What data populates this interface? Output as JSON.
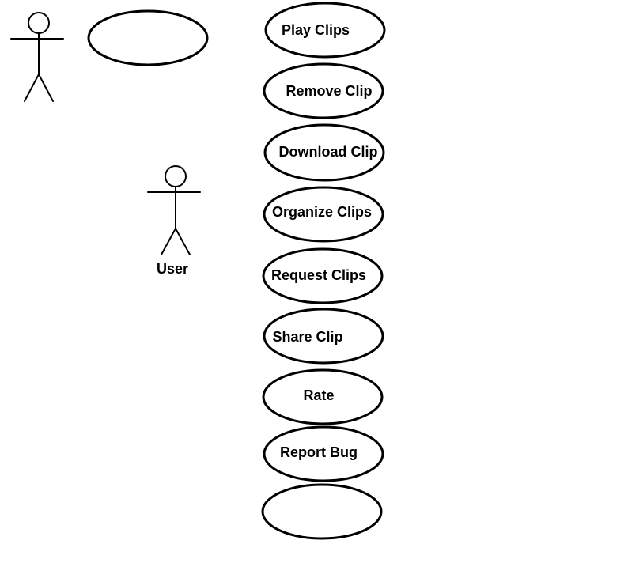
{
  "actors": [
    {
      "id": "actor-unlabeled",
      "label": ""
    },
    {
      "id": "actor-user",
      "label": "User"
    }
  ],
  "use_cases": [
    {
      "label": ""
    },
    {
      "label": "Play Clips"
    },
    {
      "label": "Remove Clip"
    },
    {
      "label": "Download Clip"
    },
    {
      "label": "Organize Clips"
    },
    {
      "label": "Request Clips"
    },
    {
      "label": "Share Clip"
    },
    {
      "label": "Rate"
    },
    {
      "label": "Report Bug"
    },
    {
      "label": ""
    }
  ],
  "colors": {
    "stroke": "#000000",
    "background": "#ffffff"
  }
}
